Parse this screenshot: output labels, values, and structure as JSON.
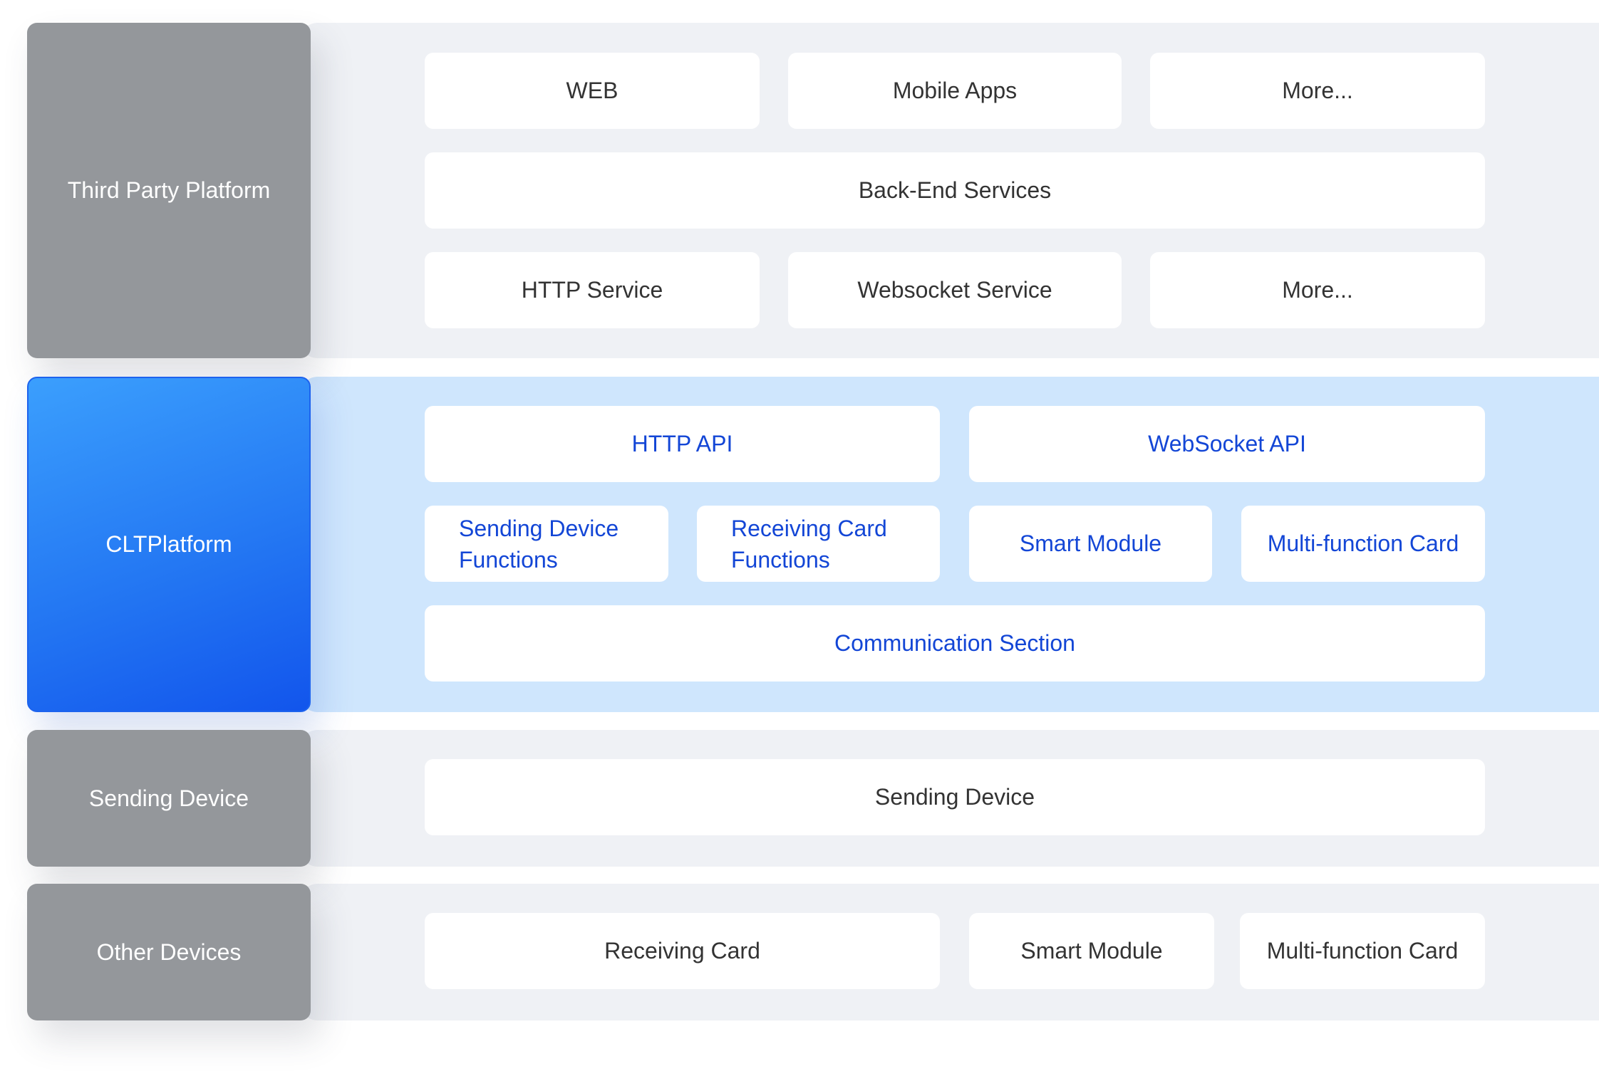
{
  "layers": {
    "third_party": {
      "title": "Third Party Platform",
      "items": [
        "WEB",
        "Mobile Apps",
        "More...",
        "Back-End Services",
        "HTTP Service",
        "Websocket Service",
        "More..."
      ]
    },
    "clt": {
      "title": "CLTPlatform",
      "items": [
        "HTTP API",
        "WebSocket API",
        "Sending Device\nFunctions",
        "Receiving Card\nFunctions",
        "Smart Module",
        "Multi-function Card",
        "Communication Section"
      ]
    },
    "sending": {
      "title": "Sending Device",
      "items": [
        "Sending Device"
      ]
    },
    "other": {
      "title": "Other Devices",
      "items": [
        "Receiving Card",
        "Smart Module",
        "Multi-function Card"
      ]
    }
  },
  "colors": {
    "gray_label": "#94979b",
    "blue_label": "#2478f3",
    "band_gray": "#eff1f5",
    "band_blue": "#cfe6fd",
    "blue_text": "#1346d6"
  }
}
